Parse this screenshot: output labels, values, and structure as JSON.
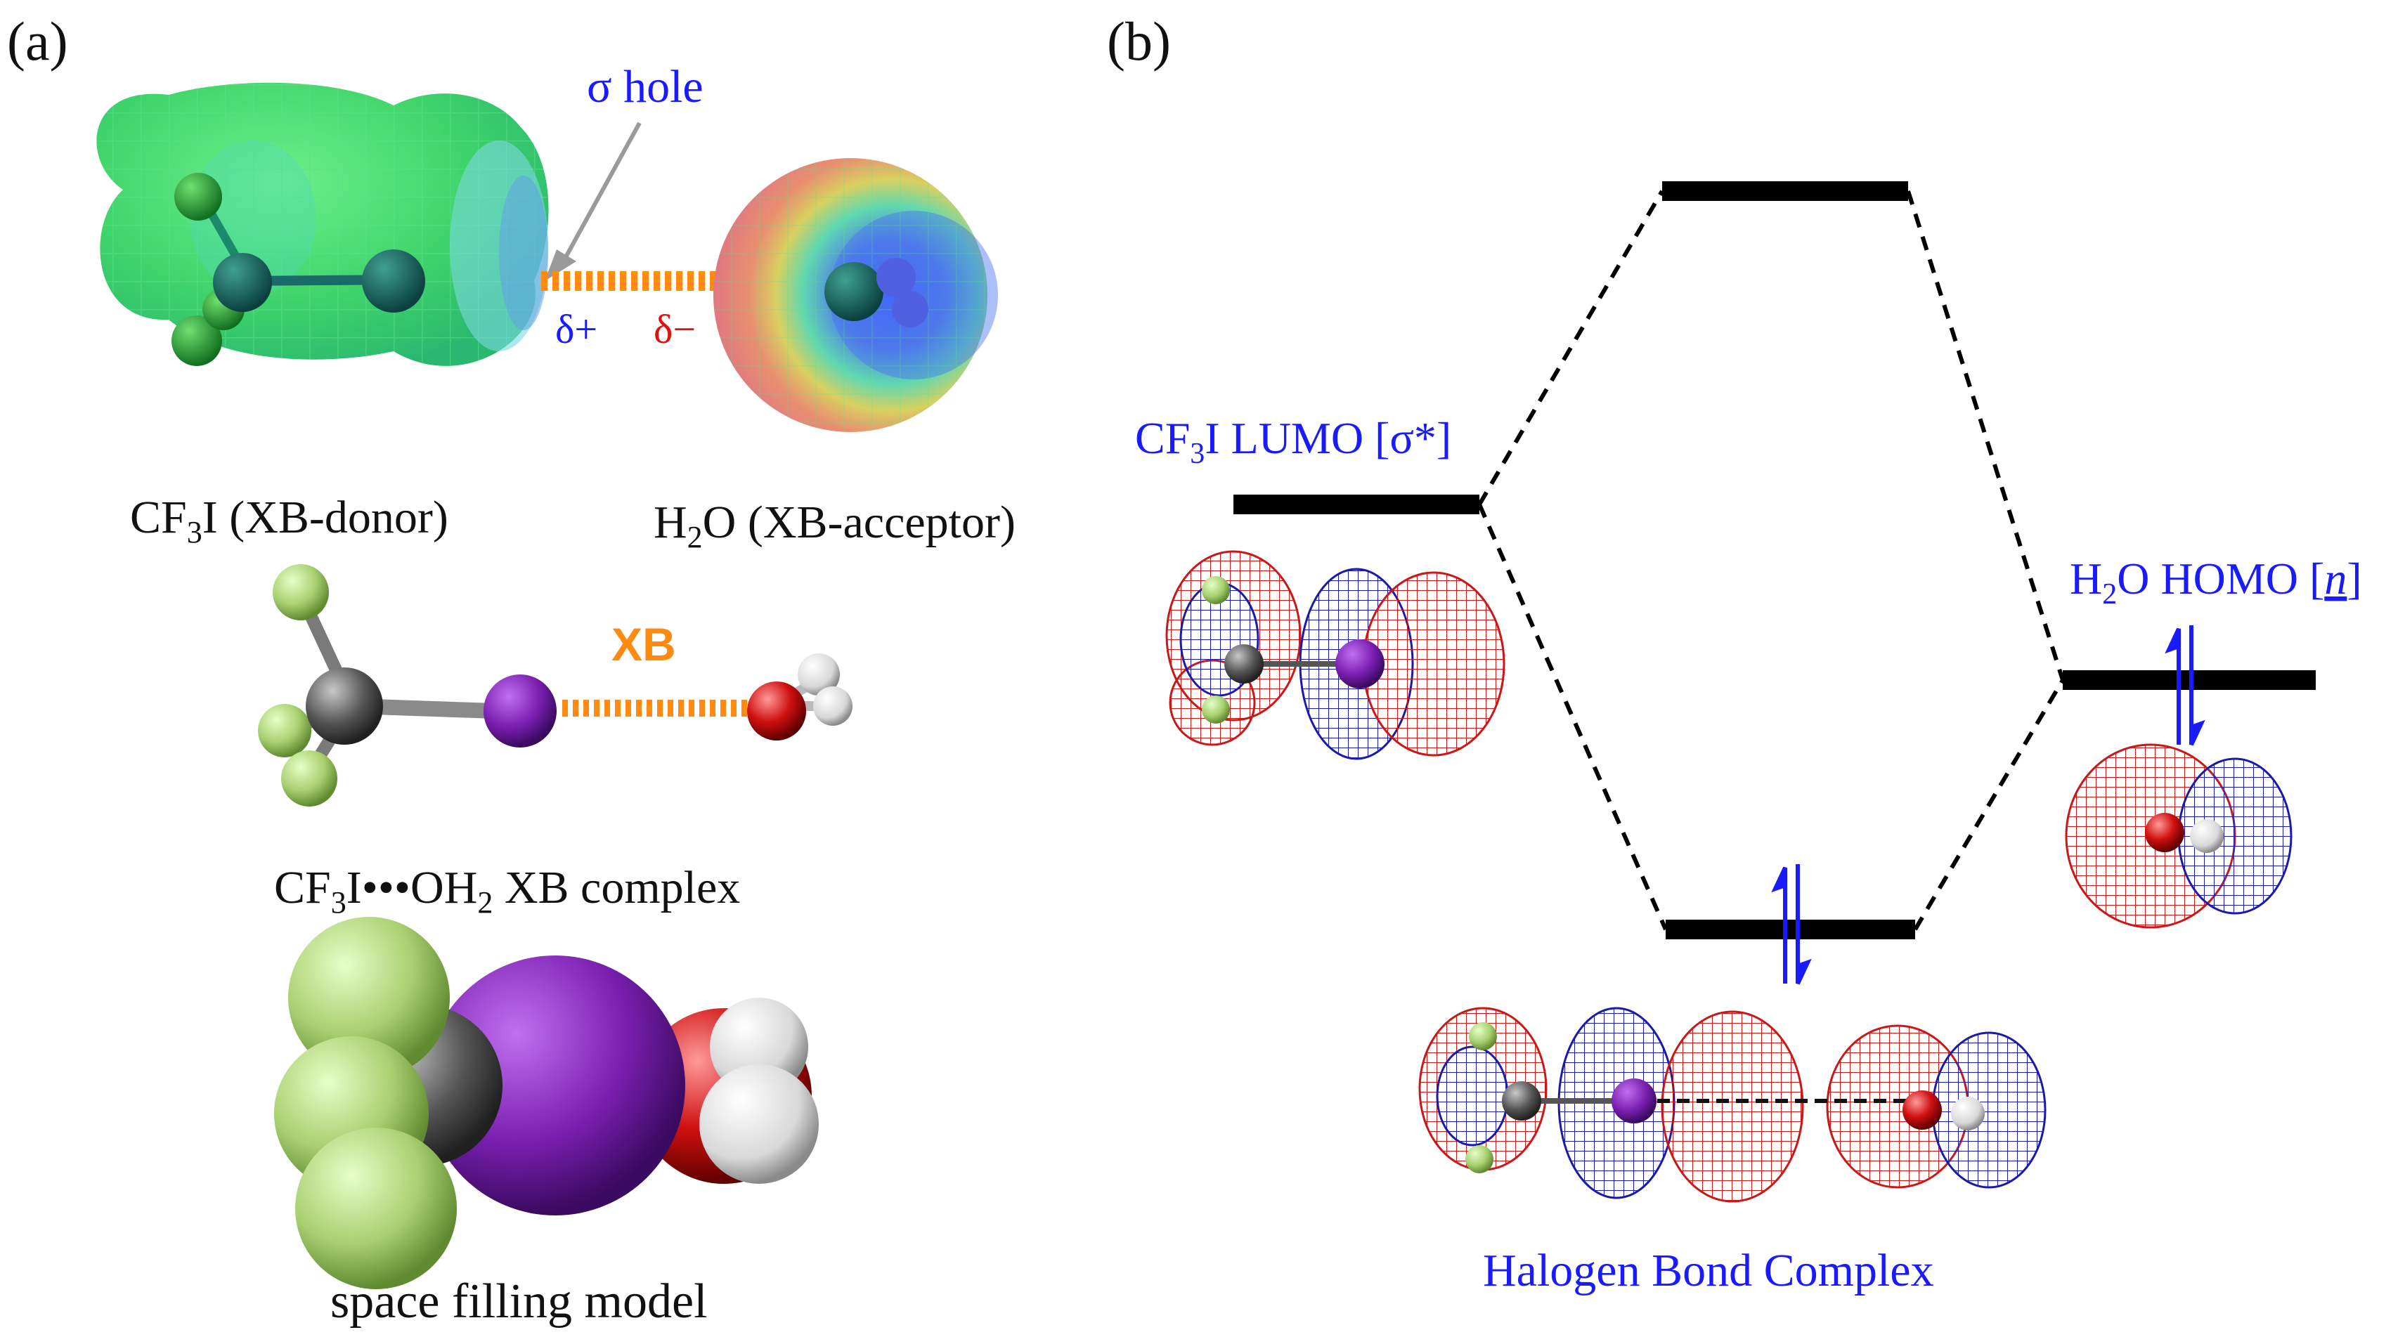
{
  "panel_a": {
    "label": "(a)",
    "sigma_hole": "σ hole",
    "delta_plus": "δ+",
    "delta_minus": "δ−",
    "donor_label": {
      "pre": "CF",
      "sub": "3",
      "post": "I (XB-donor)"
    },
    "acceptor_label": {
      "pre": "H",
      "sub": "2",
      "post": "O (XB-acceptor)"
    },
    "xb_label": "XB",
    "complex_label": {
      "pre": "CF",
      "sub1": "3",
      "mid": "I•••OH",
      "sub2": "2",
      "post": " XB complex"
    },
    "space_filling_label": "space filling model"
  },
  "panel_b": {
    "label": "(b)",
    "lumo_label": {
      "pre": "CF",
      "sub": "3",
      "post": "I LUMO [σ*]"
    },
    "homo_label": {
      "pre": "H",
      "sub": "2",
      "post": "O HOMO [",
      "n": "n",
      "end": "]"
    },
    "complex_label": "Halogen Bond Complex"
  },
  "colors": {
    "text": "#111111",
    "blue_label": "#1a1aff",
    "red_label": "#e01010",
    "xb_orange": "#ff8a10",
    "iodine": "#7a1fb0",
    "fluorine": "#a8d070",
    "carbon": "#555555",
    "oxygen": "#d01010",
    "hydrogen": "#e8e8e8",
    "orbital_red": "#c81818",
    "orbital_blue": "#1a1aa8",
    "esp_green": "#3fd46a"
  }
}
